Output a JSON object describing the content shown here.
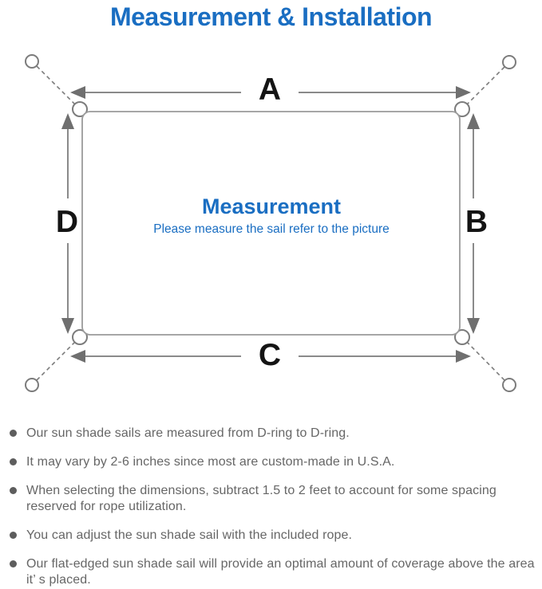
{
  "title": "Measurement & Installation",
  "colors": {
    "accent": "#1a6ec2",
    "line_gray": "#8a8a8a",
    "label_black": "#141414",
    "note_gray": "#666666"
  },
  "diagram": {
    "heading": "Measurement",
    "subheading": "Please measure the sail refer to the picture",
    "labels": {
      "top": "A",
      "right": "B",
      "bottom": "C",
      "left": "D"
    }
  },
  "notes": [
    "Our sun shade sails are measured from D-ring to D-ring.",
    "It may vary by 2-6 inches since most are custom-made in U.S.A.",
    "When selecting the dimensions, subtract 1.5 to 2 feet to account for some spacing reserved for rope utilization.",
    "You can adjust the sun shade sail with the included rope.",
    "Our flat-edged sun shade sail will provide an optimal amount of coverage above the area it’ s placed."
  ]
}
